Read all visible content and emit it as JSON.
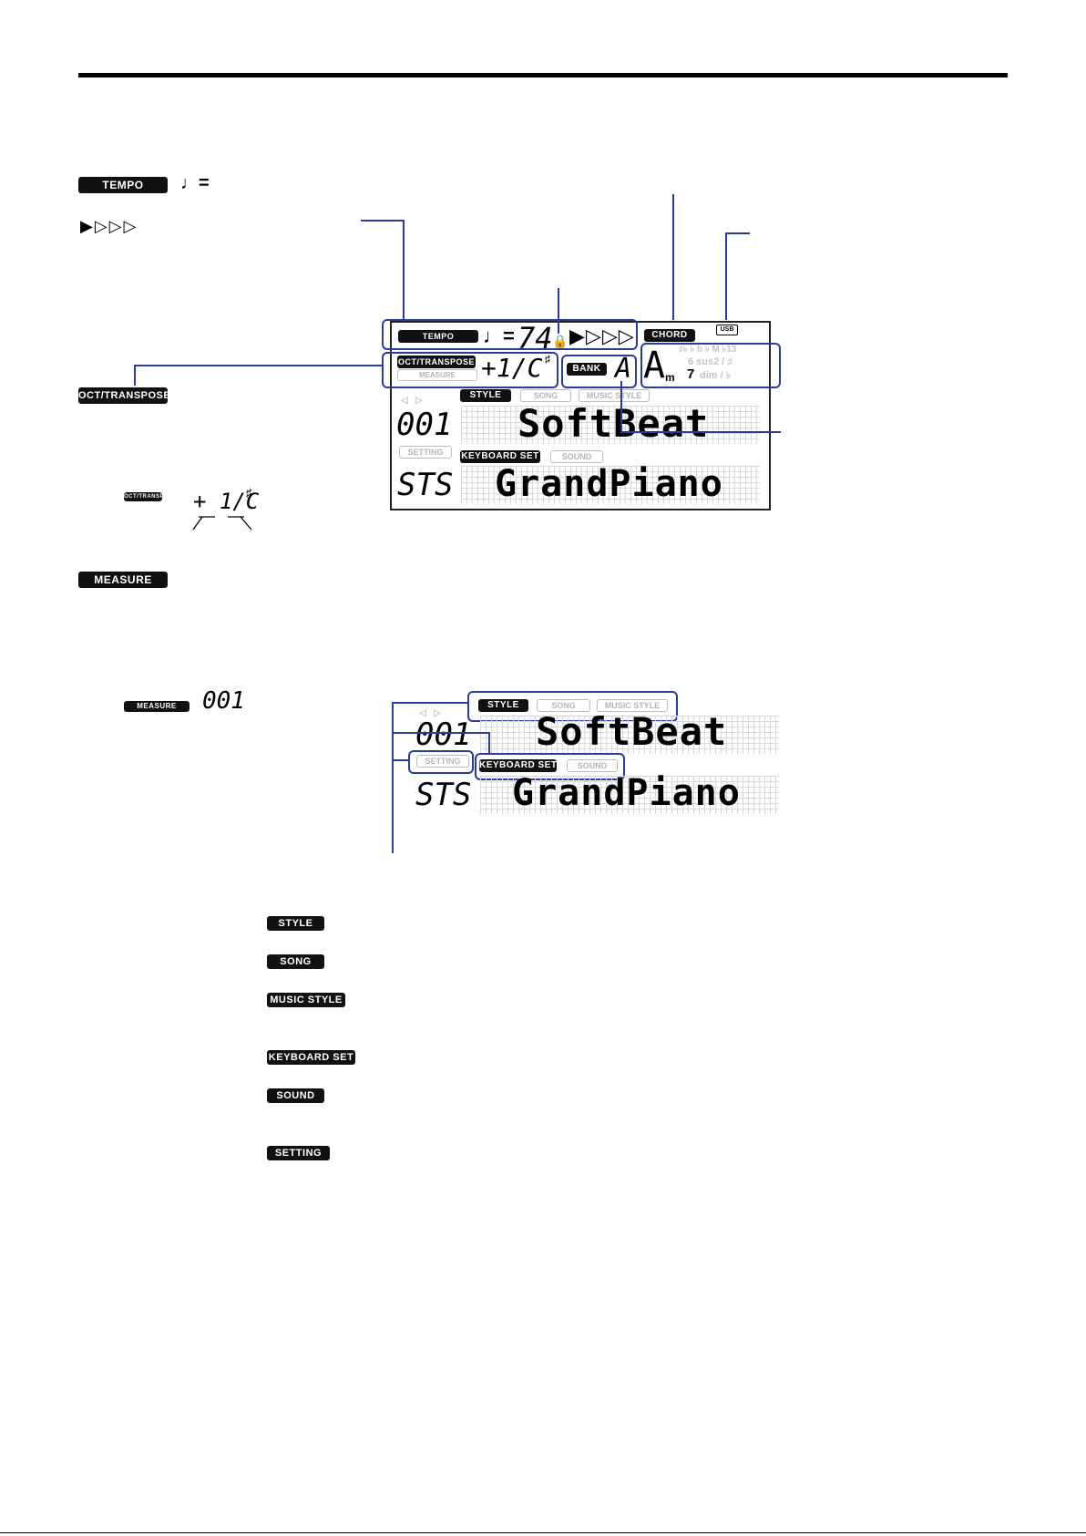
{
  "legend": {
    "tempo_tag": "TEMPO",
    "note_eq": "♩=",
    "beat_dots": "▶▷▷▷",
    "oct_tag": "OCT/TRANSPOSE",
    "oct_small_tag": "OCT/TRANSPOSE",
    "oct_value": "+ 1/C",
    "sharp": "♯",
    "measure_tag": "MEASURE",
    "measure_small_tag": "MEASURE",
    "measure_value": "001"
  },
  "display": {
    "tempo_tag": "TEMPO",
    "note_eq": "♩=",
    "tempo_value": "74",
    "lock": "🔒",
    "beats": "▶▷▷▷",
    "chord_tag": "CHORD",
    "usb": "USB",
    "oct_tag": "OCT/TRANSPOSE",
    "measure_ghost": "MEASURE",
    "oct_value": "+1/C",
    "sharp": "♯",
    "bank_tag": "BANK",
    "bank_value": "A",
    "chord_root": "A",
    "chord_m": "m",
    "chord_7": "7",
    "chord_ghost1": "♯♭ ♭ b ♭ M ♭13",
    "chord_ghost2": "6 sus2 / ♯",
    "chord_ghost3": "dim / ♭",
    "style_tag": "STYLE",
    "song_ghost": "SONG",
    "music_style_ghost": "MUSIC STYLE",
    "style_num": "001",
    "style_name": "SoftBeat",
    "setting_ghost": "SETTING",
    "kbset_tag": "KEYBOARD SET",
    "sound_ghost": "SOUND",
    "sound_num": "STS",
    "sound_name": "GrandPiano"
  },
  "detail": {
    "style_tag": "STYLE",
    "song": "SONG",
    "music_style": "MUSIC STYLE",
    "style_num": "001",
    "style_name": "SoftBeat",
    "setting": "SETTING",
    "kbset_tag": "KEYBOARD SET",
    "sound": "SOUND",
    "sound_num": "STS",
    "sound_name": "GrandPiano"
  },
  "list": [
    {
      "label": "STYLE"
    },
    {
      "label": "SONG"
    },
    {
      "label": "MUSIC STYLE"
    },
    {
      "label": "KEYBOARD SET"
    },
    {
      "label": "SOUND"
    },
    {
      "label": "SETTING"
    }
  ],
  "colors": {
    "callout": "#2b3a9e",
    "tag_bg": "#111111"
  }
}
